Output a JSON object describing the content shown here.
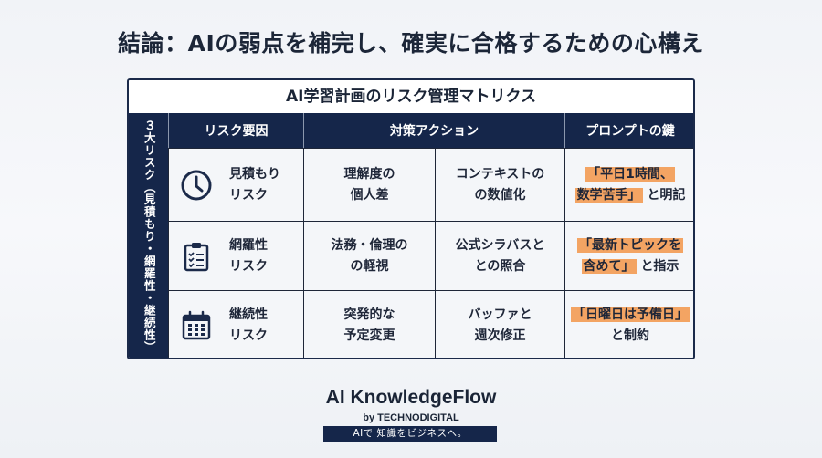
{
  "headline": "結論：AIの弱点を補完し、確実に合格するための心構え",
  "matrix": {
    "title": "AI学習計画のリスク管理マトリクス",
    "side_label": "３大リスク（見積もり・網羅性・継続性）",
    "headers": {
      "risk_factor": "リスク要因",
      "action": "対策アクション",
      "prompt_key": "プロンプトの鍵"
    },
    "rows": [
      {
        "icon": "clock-icon",
        "risk": "見積もり\nリスク",
        "cause": "理解度の\n個人差",
        "action": "コンテキストの\nの数値化",
        "prompt_highlight_1": "「平日1時間、",
        "prompt_highlight_2": "数学苦手」",
        "prompt_rest": "と明記"
      },
      {
        "icon": "clipboard-checklist-icon",
        "risk": "網羅性\nリスク",
        "cause": "法務・倫理の\nの軽視",
        "action": "公式シラバスと\nとの照合",
        "prompt_highlight_1": "「最新トピックを",
        "prompt_highlight_2": "含めて」",
        "prompt_rest": "と指示"
      },
      {
        "icon": "calendar-icon",
        "risk": "継続性\nリスク",
        "cause": "突発的な\n予定変更",
        "action": "バッファと\n週次修正",
        "prompt_highlight_1": "「日曜日は予備日」",
        "prompt_rest_line2": "と制約"
      }
    ]
  },
  "footer": {
    "brand": "AI KnowledgeFlow",
    "by": "by TECHNODIGITAL",
    "tagline": "AIで 知識をビジネスへ。"
  },
  "colors": {
    "navy": "#15264a",
    "highlight": "#f3a463",
    "text": "#1a2436"
  }
}
